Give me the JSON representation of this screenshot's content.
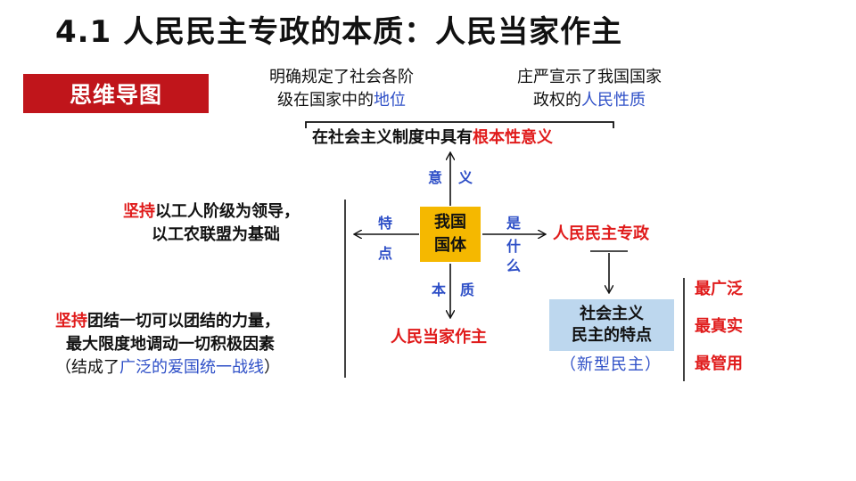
{
  "title": "4.1  人民民主专政的本质：人民当家作主",
  "badge": "思维导图",
  "top_left": {
    "line1": "明确规定了社会各阶",
    "line2_pre": "级在国家中的",
    "line2_hl": "地位"
  },
  "top_right": {
    "line1": "庄严宣示了我国国家",
    "line2_pre": "政权的",
    "line2_hl": "人民性质"
  },
  "significance": {
    "pre": "在社会主义制度中具有",
    "hl": "根本性意义"
  },
  "core": {
    "line1": "我国",
    "line2": "国体"
  },
  "labels": {
    "yi": "意",
    "yi2": "义",
    "te": "特",
    "dian": "点",
    "shi": "是",
    "shen": "什",
    "me": "么",
    "ben": "本",
    "zhi": "质"
  },
  "what_is": {
    "hl": "人民民主",
    "rest": "专政"
  },
  "essence": "人民当家作主",
  "features_box": {
    "line1": "社会主义",
    "line2": "民主的特点"
  },
  "features_note": "（新型民主）",
  "features_list": [
    "最广泛",
    "最真实",
    "最管用"
  ],
  "left1": {
    "hl": "坚持",
    "rest": "以工人阶级为领导，",
    "line2": "以工农联盟为基础"
  },
  "left2": {
    "hl": "坚持",
    "rest": "团结一切可以团结的力量，",
    "line2": "最大限度地调动一切积极因素",
    "line3_pre": "（结成了",
    "line3_hl": "广泛的爱国统一战线",
    "line3_post": "）"
  }
}
